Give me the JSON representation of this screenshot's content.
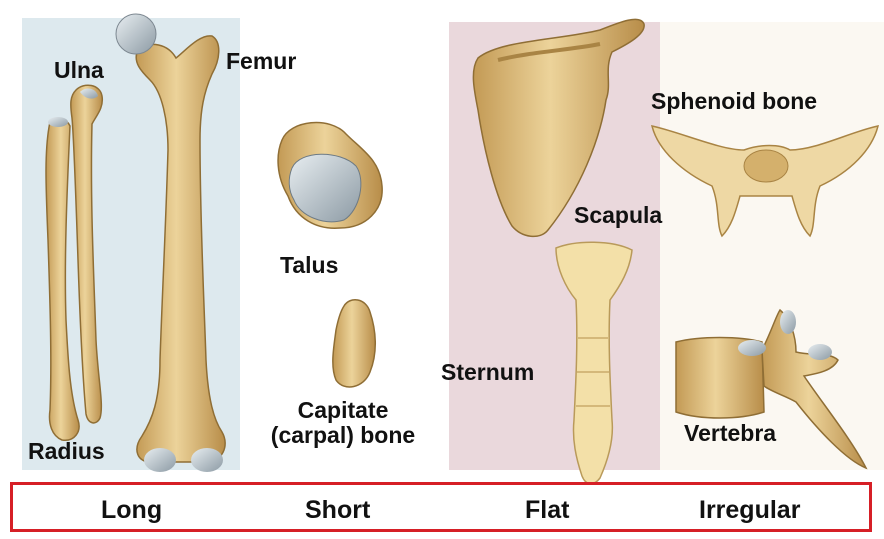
{
  "labels": {
    "ulna": "Ulna",
    "femur": "Femur",
    "radius": "Radius",
    "talus": "Talus",
    "capitate": [
      "Capitate",
      "(carpal) bone"
    ],
    "scapula": "Scapula",
    "sternum": "Sternum",
    "sphenoid": "Sphenoid bone",
    "vertebra": "Vertebra"
  },
  "categories": [
    "Long",
    "Short",
    "Flat",
    "Irregular"
  ],
  "colors": {
    "bone": "#d8b877",
    "bone_shadow": "#a98444",
    "cartilage": "#b7c2c9",
    "panel_long": "#dde9ee",
    "panel_flat": "#ead8dc",
    "panel_irregular": "#fbf8f2",
    "legend_border": "#d61f26"
  }
}
